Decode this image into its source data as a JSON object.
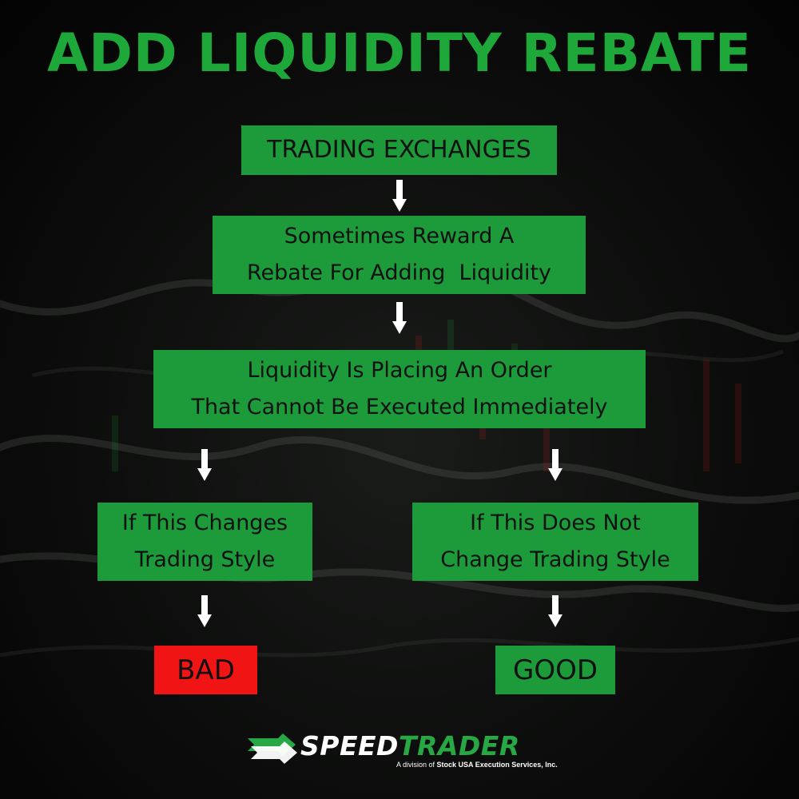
{
  "title": "ADD LIQUIDITY REBATE",
  "nodes": {
    "exchanges": {
      "lines": [
        "TRADING EXCHANGES"
      ]
    },
    "reward": {
      "lines": [
        "Sometimes Reward A",
        "Rebate For Adding  Liquidity"
      ]
    },
    "definition": {
      "lines": [
        "Liquidity Is Placing An Order",
        "That Cannot Be Executed Immediately"
      ]
    },
    "changes": {
      "lines": [
        "If This Changes",
        "Trading Style"
      ]
    },
    "no_change": {
      "lines": [
        "If This Does Not",
        "Change Trading Style"
      ]
    },
    "bad": {
      "lines": [
        "BAD"
      ]
    },
    "good": {
      "lines": [
        "GOOD"
      ]
    }
  },
  "logo": {
    "word_speed": "SPEED",
    "word_trader": "TRADER",
    "sub_prefix": "A division of ",
    "sub_company": "Stock USA Execution Services, Inc."
  },
  "colors": {
    "title_green": "#1fa83a",
    "box_green": "#1d9a3a",
    "bad_red": "#f01414",
    "background": "#0c0d0c",
    "arrow": "#ffffff"
  }
}
